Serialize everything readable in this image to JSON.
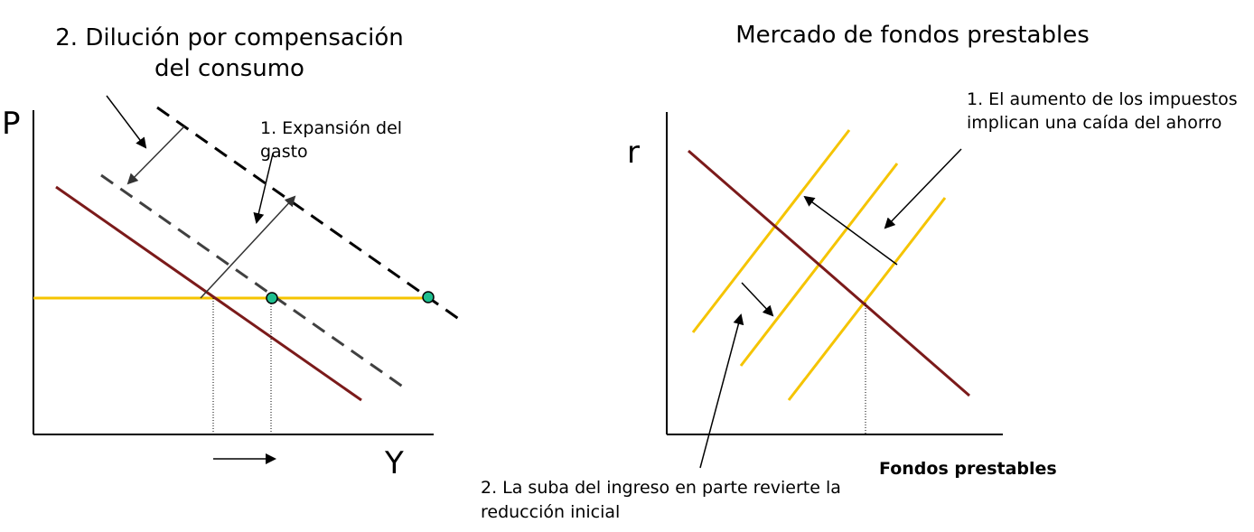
{
  "left": {
    "title_line1": "2. Dilución por compensación",
    "title_line2": "del consumo",
    "y_axis_label": "P",
    "x_axis_label": "Y",
    "annotation_line1": "1. Expansión del",
    "annotation_line2": "gasto"
  },
  "right": {
    "title": "Mercado de fondos prestables",
    "y_axis_label": "r",
    "x_axis_label": "Fondos prestables",
    "annotation1_line1": "1. El aumento de los impuestos",
    "annotation1_line2": "implican una caída del ahorro",
    "annotation2_line1": "2. La suba del ingreso en parte revierte la",
    "annotation2_line2": "reducción inicial"
  },
  "colors": {
    "demand": "#7b1a1a",
    "supply": "#f5c400",
    "equilibrium_dot": "#1fbf8f",
    "dashed_mid": "#404040",
    "dashed_far": "#000000"
  }
}
